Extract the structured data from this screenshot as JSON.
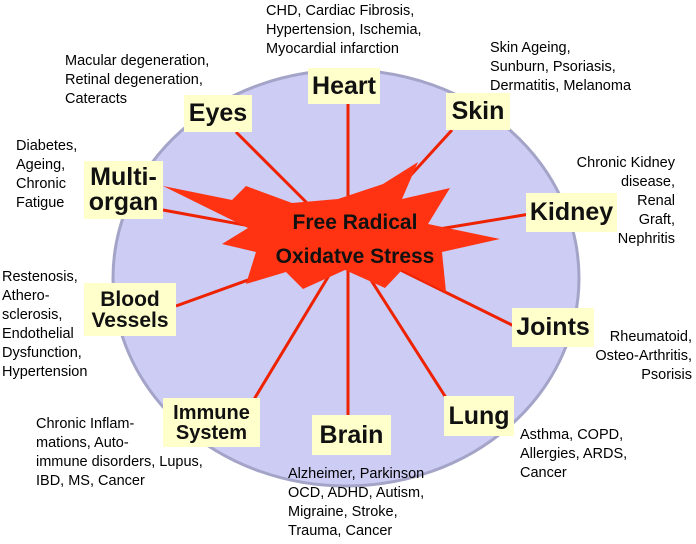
{
  "center": {
    "label": "Free Radical\nOxidatve Stress"
  },
  "colors": {
    "circle_fill": "#ccccf4",
    "circle_stroke": "#a4a4c8",
    "starburst": "#ff3311",
    "spokes": "#ee2200",
    "label_box": "#ffffcc"
  },
  "organs": [
    {
      "id": "heart",
      "label": "Heart",
      "diseases": "CHD, Cardiac Fibrosis,\nHypertension, Ischemia,\nMyocardial infarction"
    },
    {
      "id": "skin",
      "label": "Skin",
      "diseases": "Skin Ageing,\nSunburn, Psoriasis,\nDermatitis, Melanoma"
    },
    {
      "id": "kidney",
      "label": "Kidney",
      "diseases": "Chronic Kidney\ndisease,\nRenal\nGraft,\nNephritis"
    },
    {
      "id": "joints",
      "label": "Joints",
      "diseases": "Rheumatoid,\nOsteo-Arthritis,\nPsorisis"
    },
    {
      "id": "lung",
      "label": "Lung",
      "diseases": "Asthma, COPD,\nAllergies, ARDS,\nCancer"
    },
    {
      "id": "brain",
      "label": "Brain",
      "diseases": "Alzheimer, Parkinson\nOCD, ADHD, Autism,\nMigraine, Stroke,\nTrauma, Cancer"
    },
    {
      "id": "immune",
      "label": "Immune\nSystem",
      "diseases": "Chronic Inflam-\nmations, Auto-\nimmune disorders, Lupus,\nIBD, MS, Cancer"
    },
    {
      "id": "blood-vessels",
      "label": "Blood\nVessels",
      "diseases": "Restenosis,\nAthero-\nsclerosis,\nEndothelial\nDysfunction,\nHypertension"
    },
    {
      "id": "multi-organ",
      "label": "Multi-\norgan",
      "diseases": "Diabetes,\nAgeing,\nChronic\nFatigue"
    },
    {
      "id": "eyes",
      "label": "Eyes",
      "diseases": "Macular degeneration,\nRetinal degeneration,\nCateracts"
    }
  ]
}
